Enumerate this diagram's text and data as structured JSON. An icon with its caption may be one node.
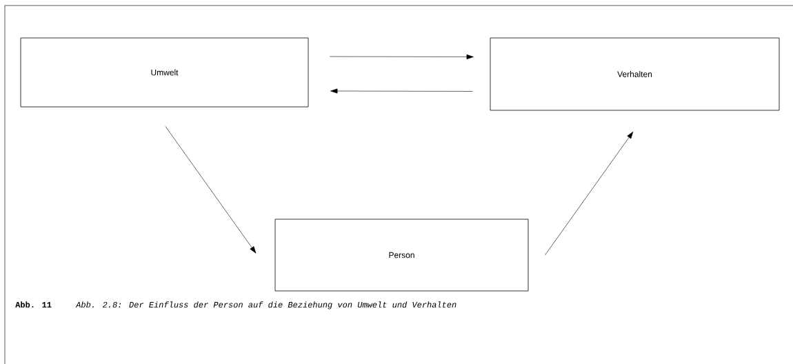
{
  "diagram": {
    "caption": "Abb. 2.8: Der Einfluss der Person auf die Beziehung von Umwelt und Verhalten",
    "nodes": [
      {
        "text": [
          "Umwelt"
        ]
      },
      {
        "text": [
          "Verhalten"
        ]
      },
      {
        "text": [
          "Person"
        ]
      }
    ],
    "edges": [
      {
        "from": 0,
        "to": 1,
        "arrow": "to"
      },
      {
        "from": 1,
        "to": 0,
        "arrow": "to"
      },
      {
        "from": 0,
        "to": 2,
        "arrow": "to"
      },
      {
        "from": 2,
        "to": 1,
        "arrow": "to"
      }
    ],
    "labels": [
      "Abb. 11"
    ]
  }
}
